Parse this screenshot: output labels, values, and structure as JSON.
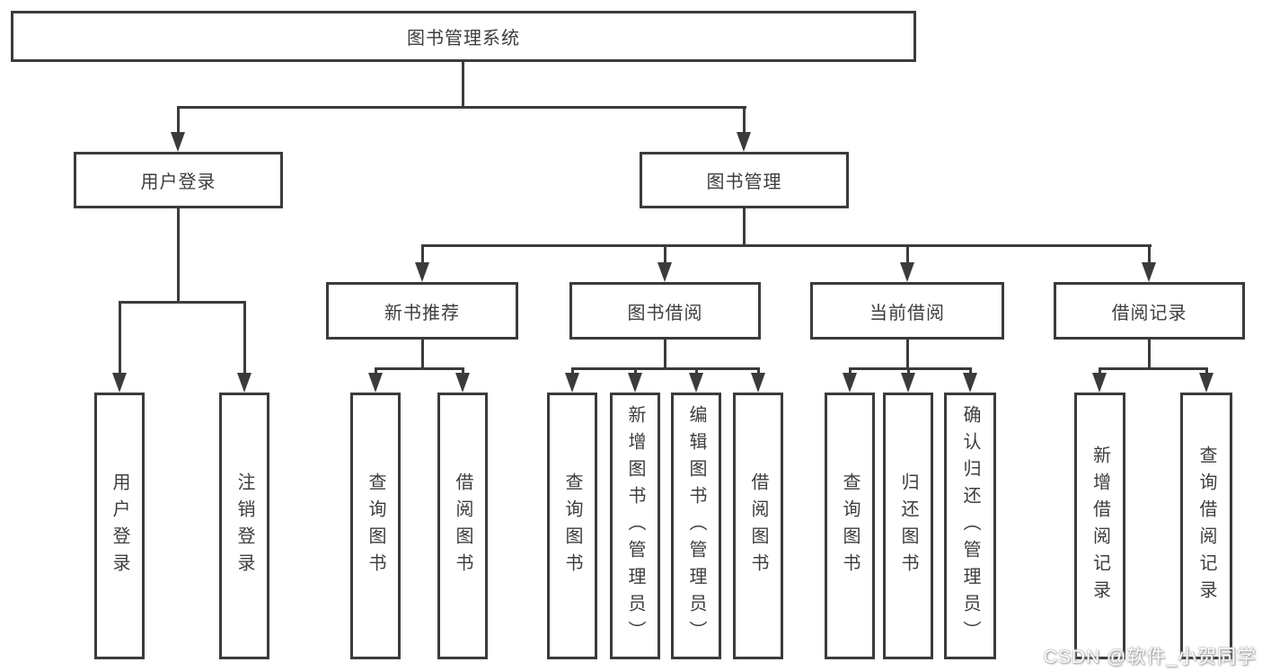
{
  "tree": {
    "root": {
      "label": "图书管理系统"
    },
    "children": [
      {
        "label": "用户登录",
        "children": [
          {
            "label": "用户登录"
          },
          {
            "label": "注销登录"
          }
        ]
      },
      {
        "label": "图书管理",
        "children": [
          {
            "label": "新书推荐",
            "children": [
              {
                "label": "查询图书"
              },
              {
                "label": "借阅图书"
              }
            ]
          },
          {
            "label": "图书借阅",
            "children": [
              {
                "label": "查询图书"
              },
              {
                "label": "新增图书（管理员）"
              },
              {
                "label": "编辑图书（管理员）"
              },
              {
                "label": "借阅图书"
              }
            ]
          },
          {
            "label": "当前借阅",
            "children": [
              {
                "label": "查询图书"
              },
              {
                "label": "归还图书"
              },
              {
                "label": "确认归还（管理员）"
              }
            ]
          },
          {
            "label": "借阅记录",
            "children": [
              {
                "label": "新增借阅记录"
              },
              {
                "label": "查询借阅记录"
              }
            ]
          }
        ]
      }
    ]
  },
  "watermark": {
    "text": "CSDN @软件_小贺同学"
  },
  "colors": {
    "line": "#3b3b3b",
    "box_border": "#3b3b3b",
    "text": "#3d3d3d",
    "background": "#ffffff",
    "watermark": "#ffffff"
  }
}
